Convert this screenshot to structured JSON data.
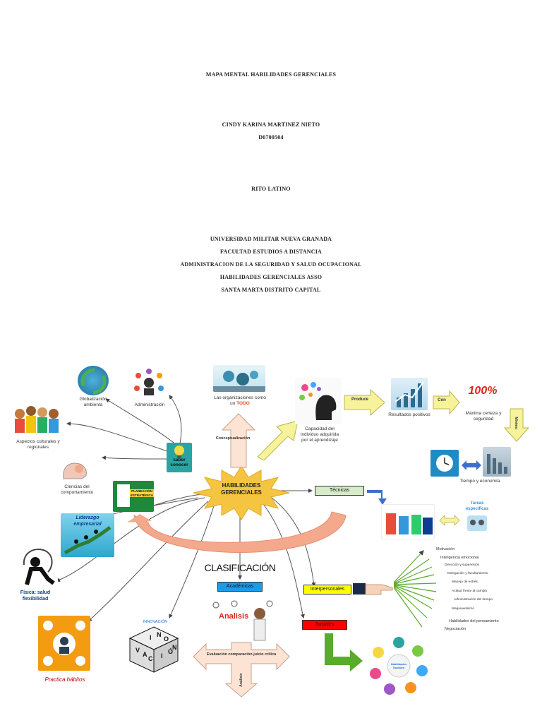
{
  "cover": {
    "title": "MAPA MENTAL HABILIDADES GERENCIALES",
    "author": "CINDY KARINA MARTINEZ NIETO",
    "code": "D0700504",
    "tutor": "RITO LATINO",
    "university": "UNIVERSIDAD MILITAR NUEVA GRANADA",
    "faculty": "FACULTAD ESTUDIOS A DISTANCIA",
    "program": "ADMINISTRACION DE LA SEGURIDAD Y SALUD OCUPACIONAL",
    "course": "HABILIDADES GERENCIALES ASSO",
    "city": "SANTA MARTA DISTRITO CAPITAL"
  },
  "map": {
    "center": "HABILIDADES GERENCIALES",
    "clasificacion": "CLASIFICACIÓN",
    "conceptualizacion": "Conceptualización",
    "organizaciones": "Las organizaciones como un",
    "todo": "TODO",
    "capacidad": "Capacidad del individuo adquirida por el aprendizaje",
    "produce": "Produce",
    "resultados": "Resultados positivos",
    "con": "Con",
    "maxima": "Máxima certeza y seguridad",
    "minimo": "Mínimo",
    "tiempo": "Tiempo y economía",
    "globalizacion": "Globalización ambienta",
    "administracion": "Administración",
    "aspectos": "Aspectos culturales y regionales",
    "ciencias": "Ciencias del comportamiento",
    "saber": "saber conocer",
    "planeacion": "PLANEACIÓN ESTRATÉGICA",
    "liderazgo": "Liderazgo empresarial",
    "fisica": "Física: salud flexibilidad",
    "practica": "Practica hábitos",
    "innovacion": "INNOVACIÓN",
    "academicas": "Académicas",
    "analisis_img": "Analisis",
    "evaluacion": "Evaluación comparación juicio critica",
    "analisis": "Análisis",
    "tecnicas": "Técnicas",
    "tareas": "Tareas específicas",
    "interpersonales": "Interpersonales",
    "sociales": "Sociales",
    "habilidades_sociales": "Habilidades Sociales",
    "hundred": "100%",
    "interpersonal_list": [
      "Motivación",
      "Inteligencia emocional",
      "Dirección y supervisión",
      "Delegación y facultamiento",
      "Manejo de estrés",
      "Actitud frente al cambio",
      "Administración del tiempo",
      "Maquiavelismo",
      "Habilidades del pensamiento",
      "Negociación"
    ],
    "cube_letters": [
      "I",
      "N",
      "O",
      "V",
      "A",
      "C",
      "I",
      "Ó",
      "N"
    ]
  },
  "colors": {
    "star": "#f5c542",
    "arc": "#f4a98c",
    "academicas": "#1e9be8",
    "interpersonales": "#ffff00",
    "sociales": "#ff0000",
    "tecnicas": "#d6ecc9",
    "arrow_yellow": "#f7f39a",
    "arrow_green": "#5aaa2c",
    "arrow_blue": "#3c6fd0",
    "practica": "#c00000"
  }
}
